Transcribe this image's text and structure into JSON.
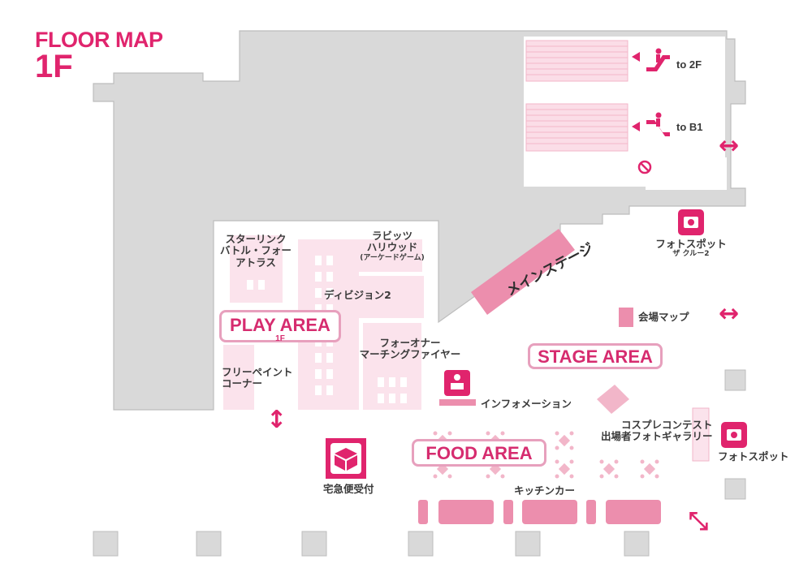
{
  "header": {
    "label": "FLOOR MAP",
    "floor": "1F"
  },
  "colors": {
    "accent": "#e0246d",
    "building": "#d9d9d9",
    "play": "#fbe3ec",
    "block": "#f2b6c9",
    "stage": "#ec8ead"
  },
  "areas": {
    "play_area": {
      "label": "PLAY AREA",
      "sub": "1F"
    },
    "stage_area": {
      "label": "STAGE AREA"
    },
    "food_area": {
      "label": "FOOD AREA"
    }
  },
  "labels": {
    "starlink": [
      "スターリンク",
      "バトル・フォー",
      "アトラス"
    ],
    "rabbids": [
      "ラビッツ",
      "ハリウッド",
      "(アーケードゲーム)"
    ],
    "division": "ディビジョン2",
    "forhonor": [
      "フォーオナー",
      "マーチングファイヤー"
    ],
    "freepaint": [
      "フリーペイント",
      "コーナー"
    ],
    "main_stage": "メインステージ",
    "venue_map": "会場マップ",
    "information": "インフォメーション",
    "photo_spot_crew": [
      "フォトスポット",
      "ザ クルー2"
    ],
    "photo_spot": "フォトスポット",
    "cosplay": [
      "コスプレコンテスト",
      "出場者フォトギャラリー"
    ],
    "delivery": "宅急便受付",
    "kitchen_car": "キッチンカー",
    "to_2f": "to 2F",
    "to_b1": "to B1"
  },
  "icons": [
    "escalator-up-icon",
    "escalator-down-icon",
    "no-entry-icon",
    "camera-icon",
    "information-desk-icon",
    "delivery-box-icon",
    "table-icon",
    "kitchen-car-icon",
    "two-way-arrow-icon"
  ]
}
